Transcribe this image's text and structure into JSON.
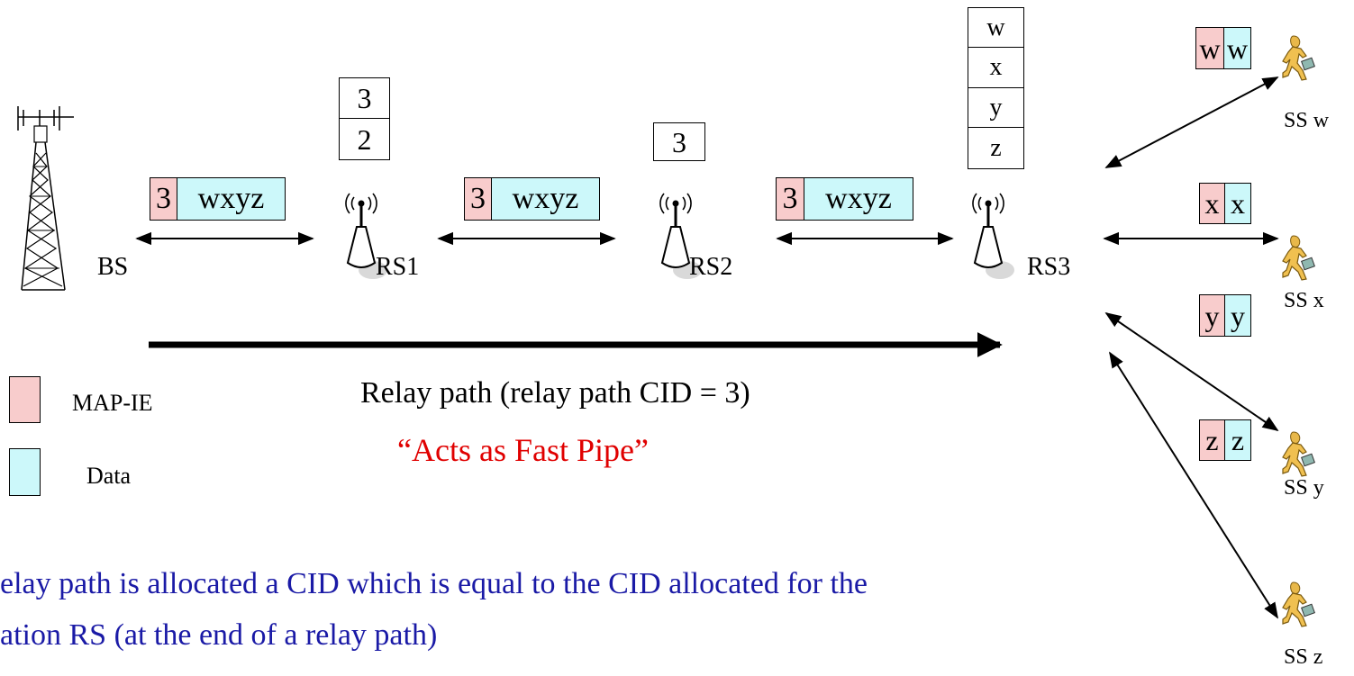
{
  "nodes": {
    "bs": "BS",
    "rs1": "RS1",
    "rs2": "RS2",
    "rs3": "RS3",
    "ssw": "SS w",
    "ssx": "SS x",
    "ssy": "SS y",
    "ssz": "SS z"
  },
  "stacks": {
    "rs1": [
      "3",
      "2"
    ],
    "rs2": [
      "3"
    ],
    "rs3": [
      "w",
      "x",
      "y",
      "z"
    ]
  },
  "packets": {
    "hop": {
      "cid": "3",
      "data": "wxyz"
    },
    "w": {
      "ie": "w",
      "data": "w"
    },
    "x": {
      "ie": "x",
      "data": "x"
    },
    "y": {
      "ie": "y",
      "data": "y"
    },
    "z": {
      "ie": "z",
      "data": "z"
    }
  },
  "legend": {
    "map_ie": "MAP-IE",
    "data": "Data",
    "map_ie_color": "#f8cccc",
    "data_color": "#ccf8fa"
  },
  "relay_path_label": "Relay path (relay path CID = 3)",
  "fast_pipe_label": "“Acts as Fast Pipe”",
  "fast_pipe_color": "#e00000",
  "bottom_note": {
    "line1": "elay path is allocated a CID which is equal to the CID allocated for the",
    "line2": "ation RS (at the end of a relay path)",
    "color": "#1a1aa6"
  }
}
